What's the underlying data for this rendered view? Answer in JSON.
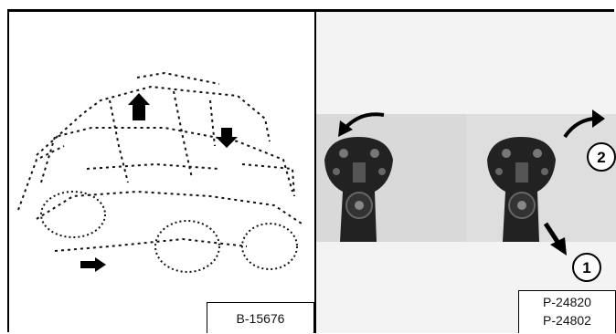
{
  "figure": {
    "left_caption": "B-15676",
    "right_captions": [
      "P-24820",
      "P-24802"
    ],
    "callouts": [
      "1",
      "2"
    ],
    "left_image": "skid-steer-loader-line-drawing",
    "right_images": [
      "joystick-photo-tilt-left",
      "joystick-photo-tilt-right"
    ]
  }
}
